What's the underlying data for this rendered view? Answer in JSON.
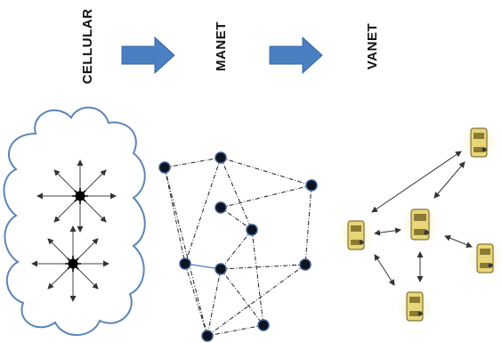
{
  "labels": {
    "cellular": "CELLULAR",
    "manet": "MANET",
    "vanet": "VANET"
  },
  "colors": {
    "cloud_outline": "#5b86b8",
    "arrow_fill": "#4a7fc1",
    "arrow_stroke": "#3a6aa5",
    "node_fill": "#0d1320",
    "node_stroke": "#3e5f8f",
    "car_body": "#e7d77a",
    "car_glow": "#f3e6a8"
  },
  "icons": {
    "flow_arrow": "block-arrow-right",
    "base_station": "starburst-node-icon",
    "mobile_node": "dark-circle-node-icon",
    "vehicle": "car-top-view-icon"
  }
}
